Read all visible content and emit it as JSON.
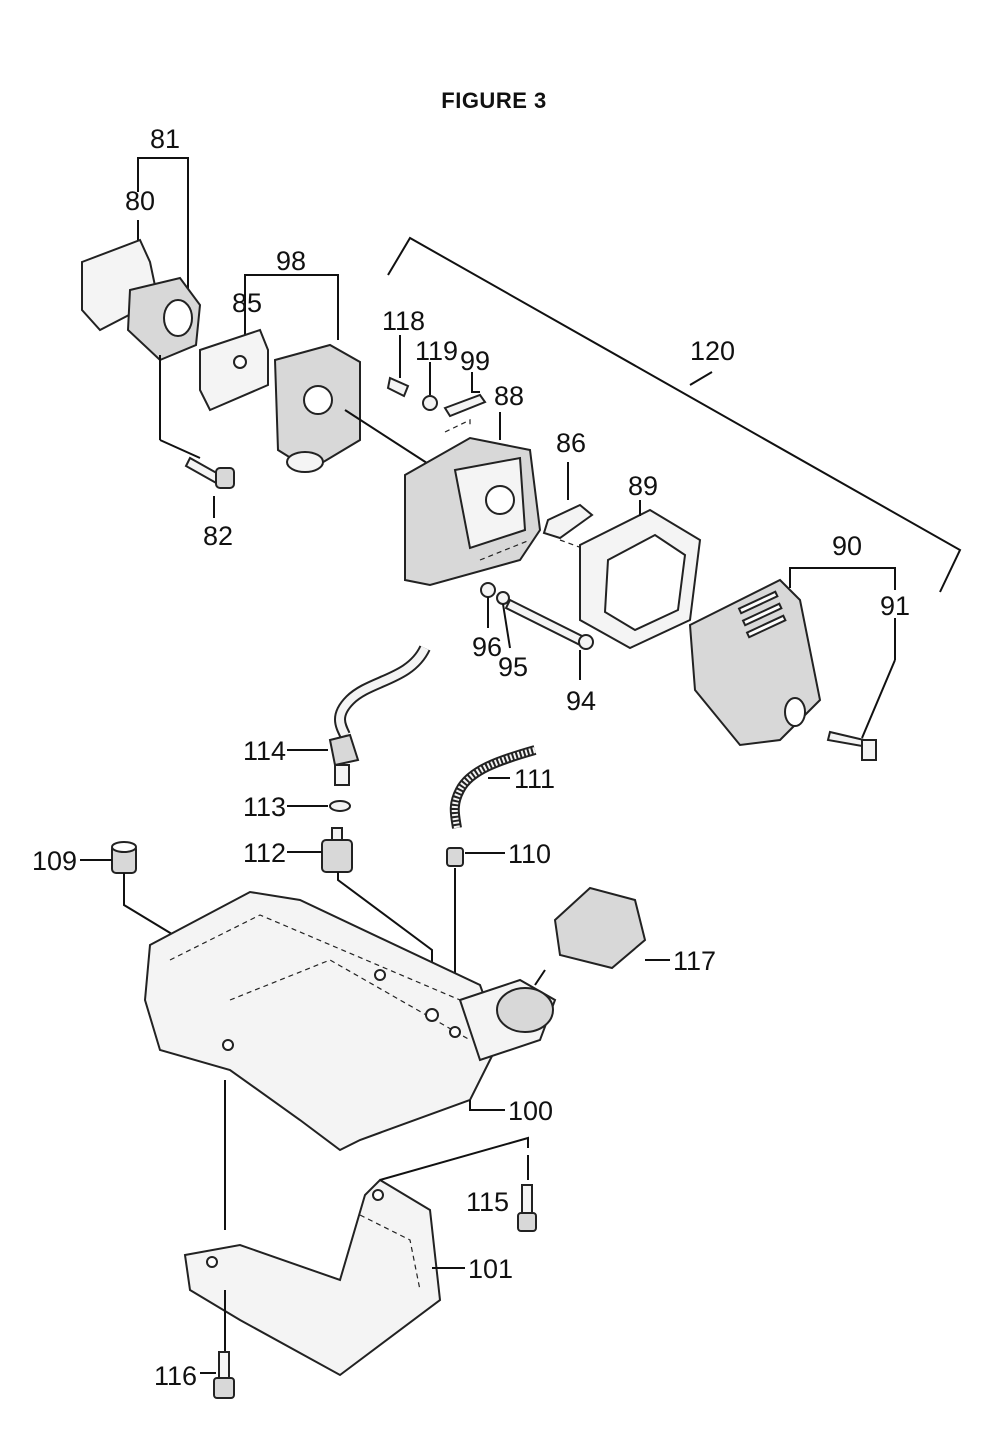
{
  "figure_title": "FIGURE 3",
  "callouts": [
    "80",
    "81",
    "82",
    "85",
    "86",
    "88",
    "89",
    "90",
    "91",
    "94",
    "95",
    "96",
    "98",
    "99",
    "100",
    "101",
    "109",
    "110",
    "111",
    "112",
    "113",
    "114",
    "115",
    "116",
    "117",
    "118",
    "119",
    "120"
  ]
}
